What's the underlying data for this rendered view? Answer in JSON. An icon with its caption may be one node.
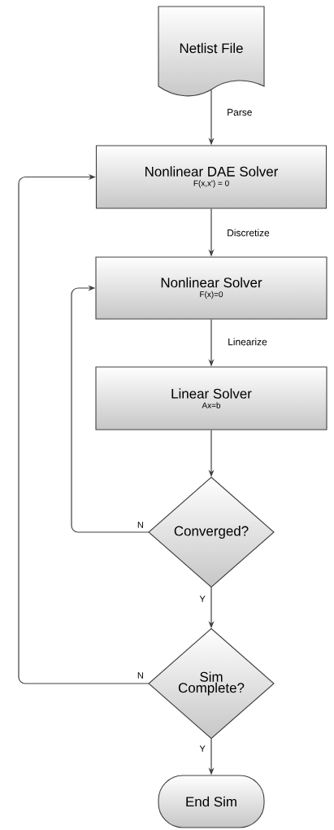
{
  "diagram": {
    "nodes": [
      {
        "text": [
          "Netlist File"
        ]
      },
      {
        "text": [
          "Nonlinear DAE Solver",
          "F(x,x') = 0"
        ]
      },
      {
        "text": [
          "Nonlinear Solver",
          "F(x)=0"
        ]
      },
      {
        "text": [
          "Linear Solver",
          "Ax=b"
        ]
      },
      {
        "text": [
          "Converged?"
        ]
      },
      {
        "text": [
          "Sim Complete?"
        ]
      },
      {
        "text": [
          "End Sim"
        ]
      }
    ],
    "edges": [
      {
        "from": 0,
        "to": 1,
        "arrow": "to",
        "label": "Parse"
      },
      {
        "from": 1,
        "to": 2,
        "arrow": "to",
        "label": "Discretize"
      },
      {
        "from": 2,
        "to": 3,
        "arrow": "to",
        "label": "Linearize"
      },
      {
        "from": 3,
        "to": 4,
        "arrow": "to"
      },
      {
        "from": 4,
        "to": 2,
        "arrow": "to",
        "label": "N"
      },
      {
        "from": 4,
        "to": 5,
        "arrow": "to",
        "label": "Y"
      },
      {
        "from": 5,
        "to": 1,
        "arrow": "to",
        "label": "N"
      },
      {
        "from": 5,
        "to": 6,
        "arrow": "to",
        "label": "Y"
      }
    ]
  }
}
